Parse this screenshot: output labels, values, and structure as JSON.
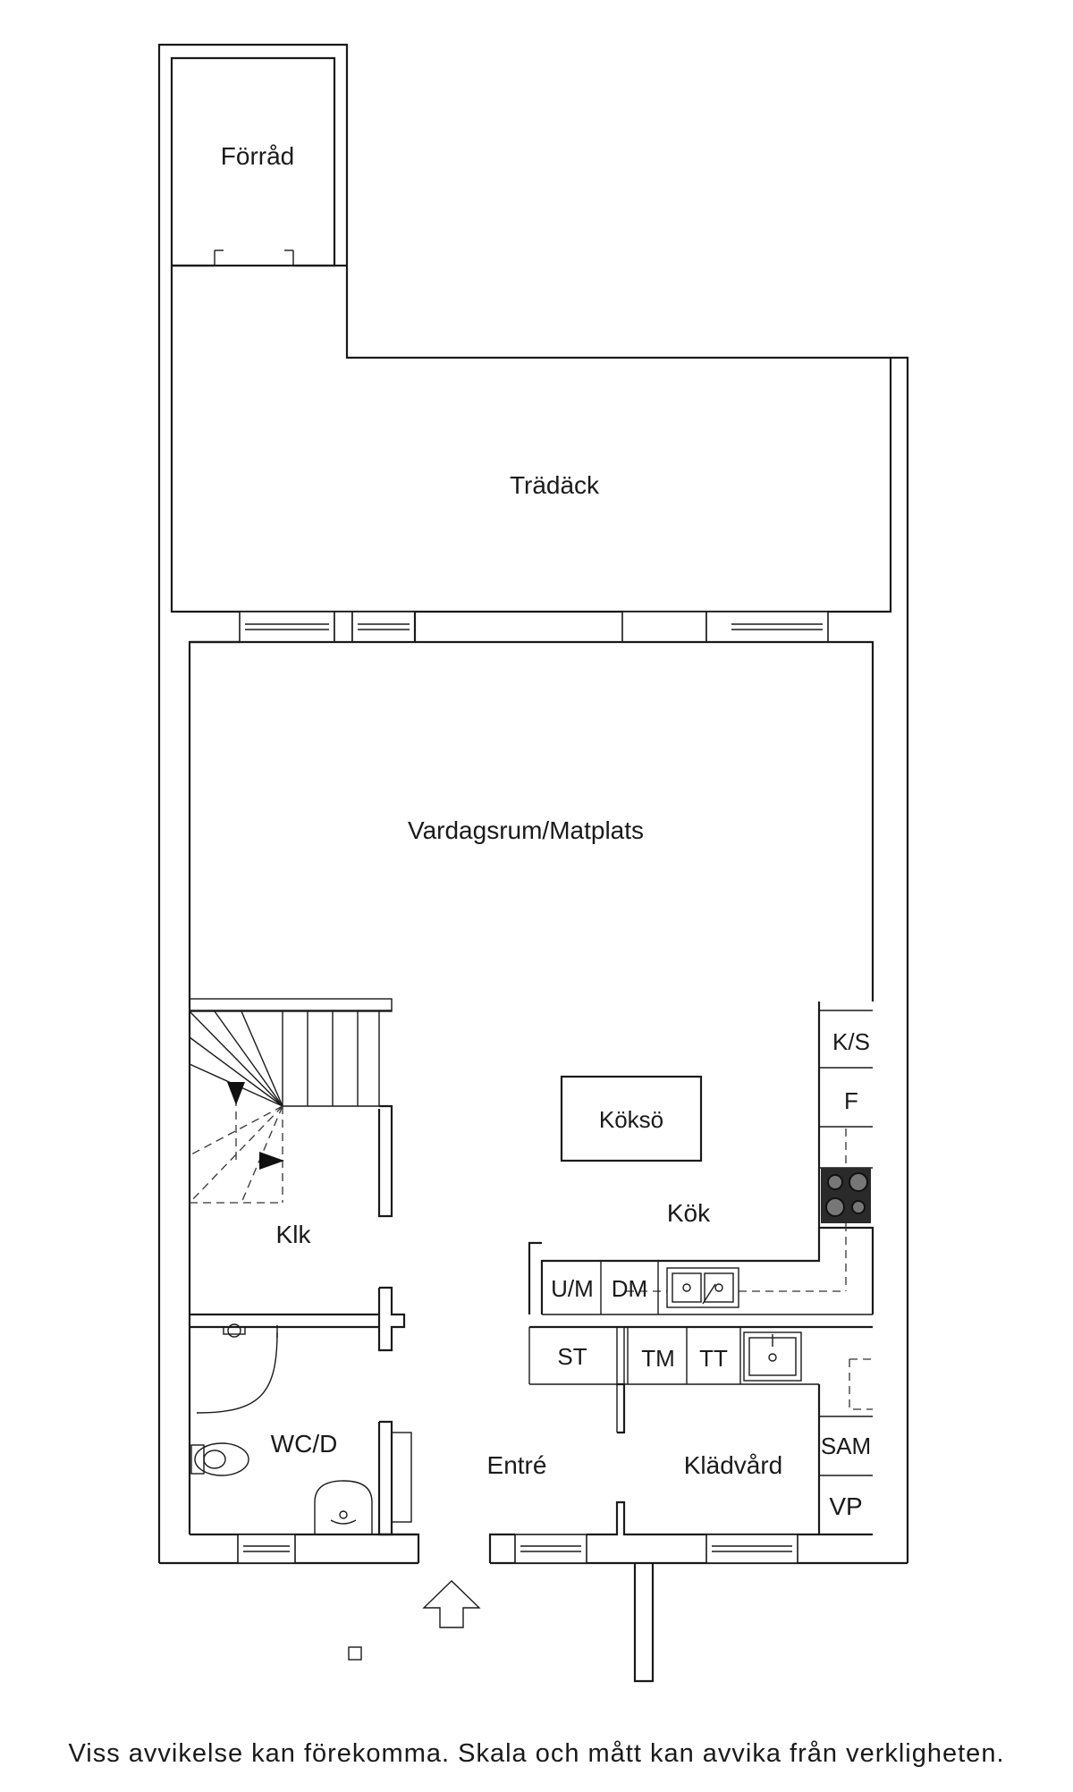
{
  "rooms": {
    "forrad": "Förråd",
    "tradack": "Trädäck",
    "vardagsrum": "Vardagsrum/Matplats",
    "koksO": "Köksö",
    "kok": "Kök",
    "klk": "Klk",
    "wcd": "WC/D",
    "entre": "Entré",
    "kladvard": "Klädvård"
  },
  "fixtures": {
    "ks": "K/S",
    "f": "F",
    "um": "U/M",
    "dm": "DM",
    "st": "ST",
    "tm": "TM",
    "tt": "TT",
    "sam": "SAM",
    "vp": "VP"
  },
  "disclaimer": "Viss avvikelse kan förekomma. Skala och mått kan avvika från verkligheten."
}
